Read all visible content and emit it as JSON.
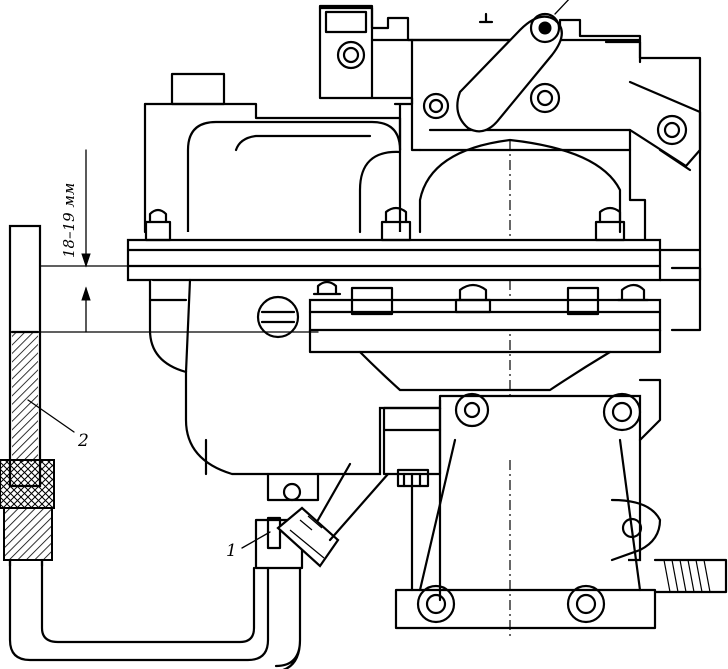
{
  "dimension": {
    "text": "18–19 мм"
  },
  "callouts": [
    {
      "id": "1",
      "text": "1"
    },
    {
      "id": "2",
      "text": "2"
    }
  ],
  "colors": {
    "ink": "#000000",
    "paper": "#ffffff"
  }
}
